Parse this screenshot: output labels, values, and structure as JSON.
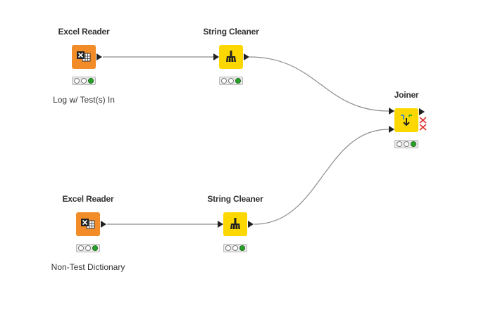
{
  "workflow": {
    "nodes": [
      {
        "title": "Excel Reader",
        "annotation": "Log w/ Test(s) In",
        "type": "source",
        "status": [
          "idle",
          "idle",
          "executed"
        ],
        "icon": "excel-icon",
        "color": "#f28c28"
      },
      {
        "title": "String Cleaner",
        "annotation": "",
        "type": "manipulator",
        "status": [
          "idle",
          "idle",
          "executed"
        ],
        "icon": "broom-icon",
        "color": "#fcd800"
      },
      {
        "title": "Joiner",
        "annotation": "",
        "type": "manipulator",
        "status": [
          "idle",
          "idle",
          "executed"
        ],
        "icon": "join-icon",
        "color": "#fcd800"
      },
      {
        "title": "Excel Reader",
        "annotation": "Non-Test Dictionary",
        "type": "source",
        "status": [
          "idle",
          "idle",
          "executed"
        ],
        "icon": "excel-icon",
        "color": "#f28c28"
      },
      {
        "title": "String Cleaner",
        "annotation": "",
        "type": "manipulator",
        "status": [
          "idle",
          "idle",
          "executed"
        ],
        "icon": "broom-icon",
        "color": "#fcd800"
      }
    ],
    "colors": {
      "source": "#f28c28",
      "manipulator": "#fcd800",
      "connection": "#8c8c8c",
      "status_green": "#2aa22a",
      "inactive_port": "#e03030"
    }
  }
}
